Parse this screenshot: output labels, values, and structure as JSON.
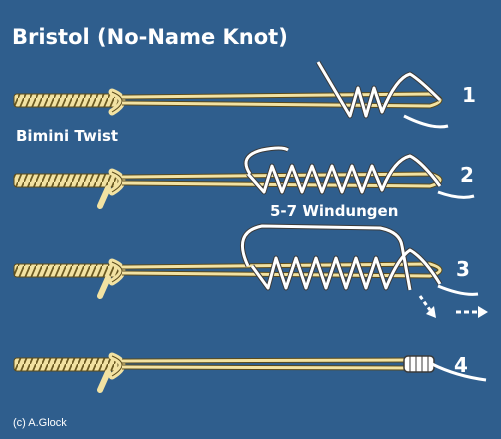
{
  "title": "Bristol (No-Name Knot)",
  "labels": {
    "bimini": "Bimini Twist",
    "windings": "5-7 Windungen",
    "credit": "(c) A.Glock"
  },
  "steps": [
    "1",
    "2",
    "3",
    "4"
  ],
  "colors": {
    "background": "#2f5e8d",
    "line": "#f2e2a2",
    "line_outline": "#5a4a1a",
    "tag_line": "#ffffff",
    "arrow": "#ffffff"
  }
}
